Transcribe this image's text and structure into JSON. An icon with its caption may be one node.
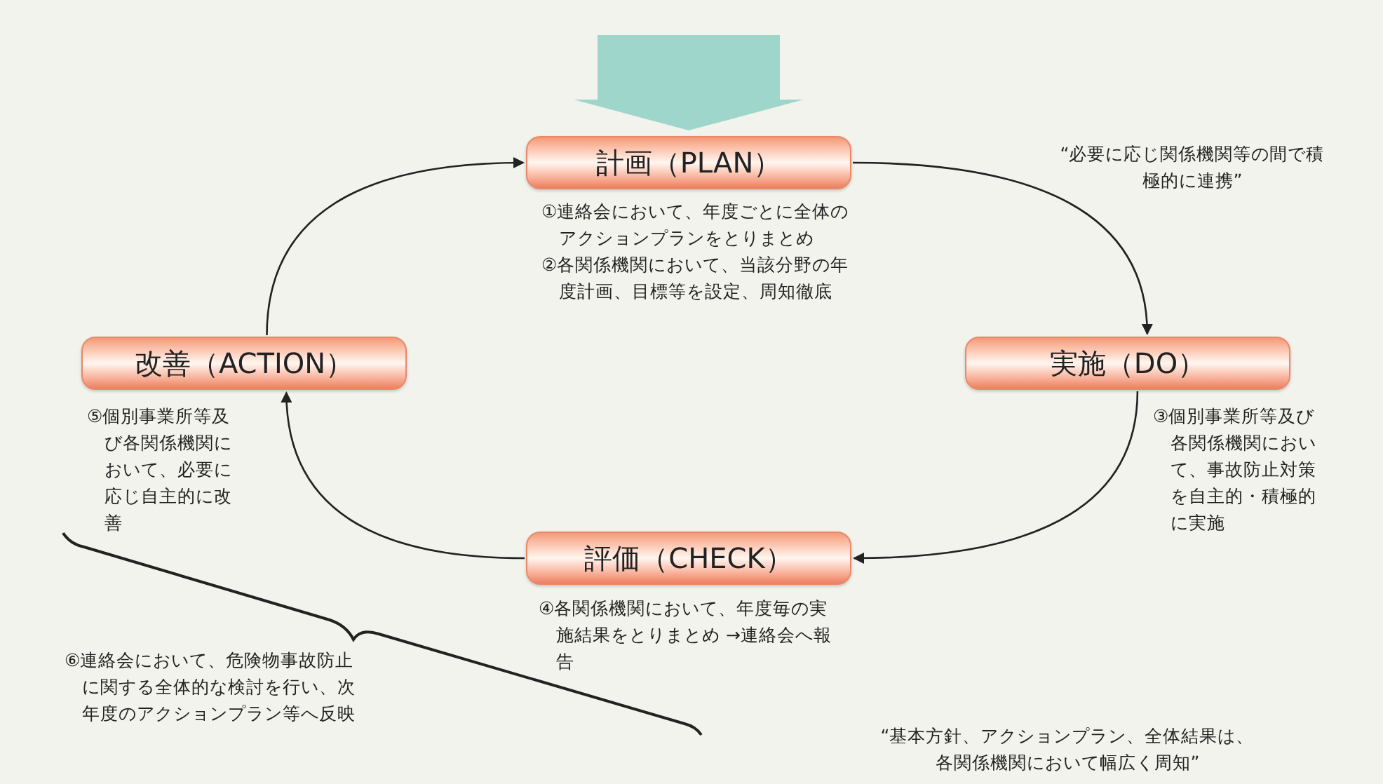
{
  "diagram": {
    "nodes": [
      {
        "text": [
          "計画（PLAN）"
        ],
        "beside": [
          "①連絡会において、年度ごとに全体のアクションプランをとりまとめ",
          "②各関係機関において、当該分野の年度計画、目標等を設定、周知徹底"
        ]
      },
      {
        "text": [
          "改善（ACTION）"
        ],
        "beside": [
          "⑤個別事業所等及び各関係機関において、必要に応じ自主的に改善"
        ]
      },
      {
        "text": [
          "実施（DO）"
        ],
        "beside": [
          "③個別事業所等及び各関係機関において、事故防止対策を自主的・積極的に実施"
        ]
      },
      {
        "text": [
          "評価（CHECK）"
        ],
        "beside": [
          "④各関係機関において、年度毎の実施結果をとりまとめ →連絡会へ報告"
        ]
      }
    ],
    "edges": [
      {
        "from": null,
        "to": 0,
        "arrow": "to",
        "style": "thick",
        "color": "#9fd6cc"
      },
      {
        "from": 0,
        "to": 2,
        "arrow": "to"
      },
      {
        "from": 2,
        "to": 3,
        "arrow": "to"
      },
      {
        "from": 3,
        "to": 1,
        "arrow": "to"
      },
      {
        "from": 1,
        "to": 0,
        "arrow": "to"
      }
    ],
    "labels": [
      "“必要に応じ関係機関等の間で積極的に連携”",
      "⑥連絡会において、危険物事故防止に関する全体的な検討を行い、次年度のアクションプラン等へ反映",
      "“基本方針、アクションプラン、全体結果は、各関係機関において幅広く周知”"
    ]
  }
}
